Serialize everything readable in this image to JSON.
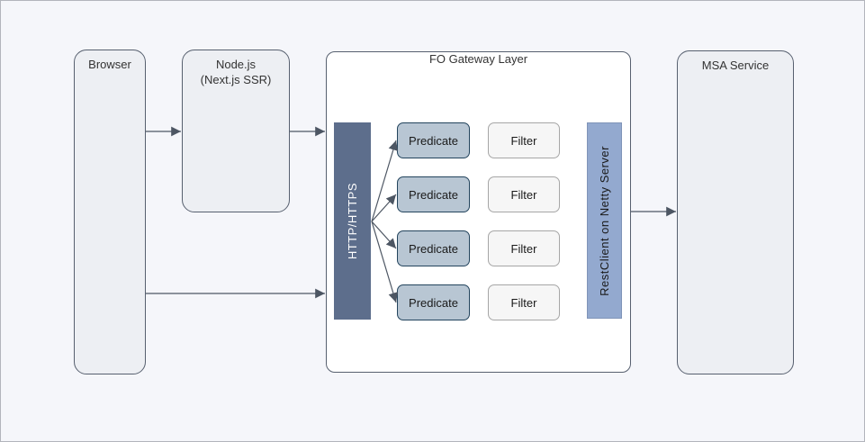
{
  "diagram": {
    "nodes": {
      "browser": {
        "label": "Browser"
      },
      "nodejs": {
        "label": "Node.js",
        "sublabel": "(Next.js SSR)"
      },
      "gateway": {
        "title": "FO Gateway Layer"
      },
      "http_bar": {
        "label": "HTTP/HTTPS"
      },
      "predicates": [
        {
          "label": "Predicate"
        },
        {
          "label": "Predicate"
        },
        {
          "label": "Predicate"
        },
        {
          "label": "Predicate"
        }
      ],
      "filters": [
        {
          "label": "Filter"
        },
        {
          "label": "Filter"
        },
        {
          "label": "Filter"
        },
        {
          "label": "Filter"
        }
      ],
      "restclient_bar": {
        "label": "RestClient on Netty Server"
      },
      "msa": {
        "label": "MSA Service"
      }
    },
    "edges": [
      {
        "from": "browser",
        "to": "nodejs"
      },
      {
        "from": "nodejs",
        "to": "gateway"
      },
      {
        "from": "browser",
        "to": "gateway"
      },
      {
        "from": "http_bar",
        "to": "predicate-1"
      },
      {
        "from": "http_bar",
        "to": "predicate-2"
      },
      {
        "from": "http_bar",
        "to": "predicate-3"
      },
      {
        "from": "http_bar",
        "to": "predicate-4"
      },
      {
        "from": "gateway",
        "to": "msa"
      }
    ]
  },
  "colors": {
    "canvas-bg": "#f5f6fa",
    "canvas-border": "#b2b5bc",
    "node-fill": "#edeff3",
    "node-border": "#57606f",
    "gateway-fill": "#ffffff",
    "http-bar-fill": "#5d6e8c",
    "http-bar-text": "#ffffff",
    "predicate-fill": "#b8c6d3",
    "predicate-border": "#23445d",
    "filter-fill": "#f6f6f6",
    "filter-border": "#a6a6a6",
    "restclient-fill": "#93a9cf",
    "restclient-border": "#8094b8",
    "edge-color": "#4d5663",
    "text-color": "#333333"
  }
}
